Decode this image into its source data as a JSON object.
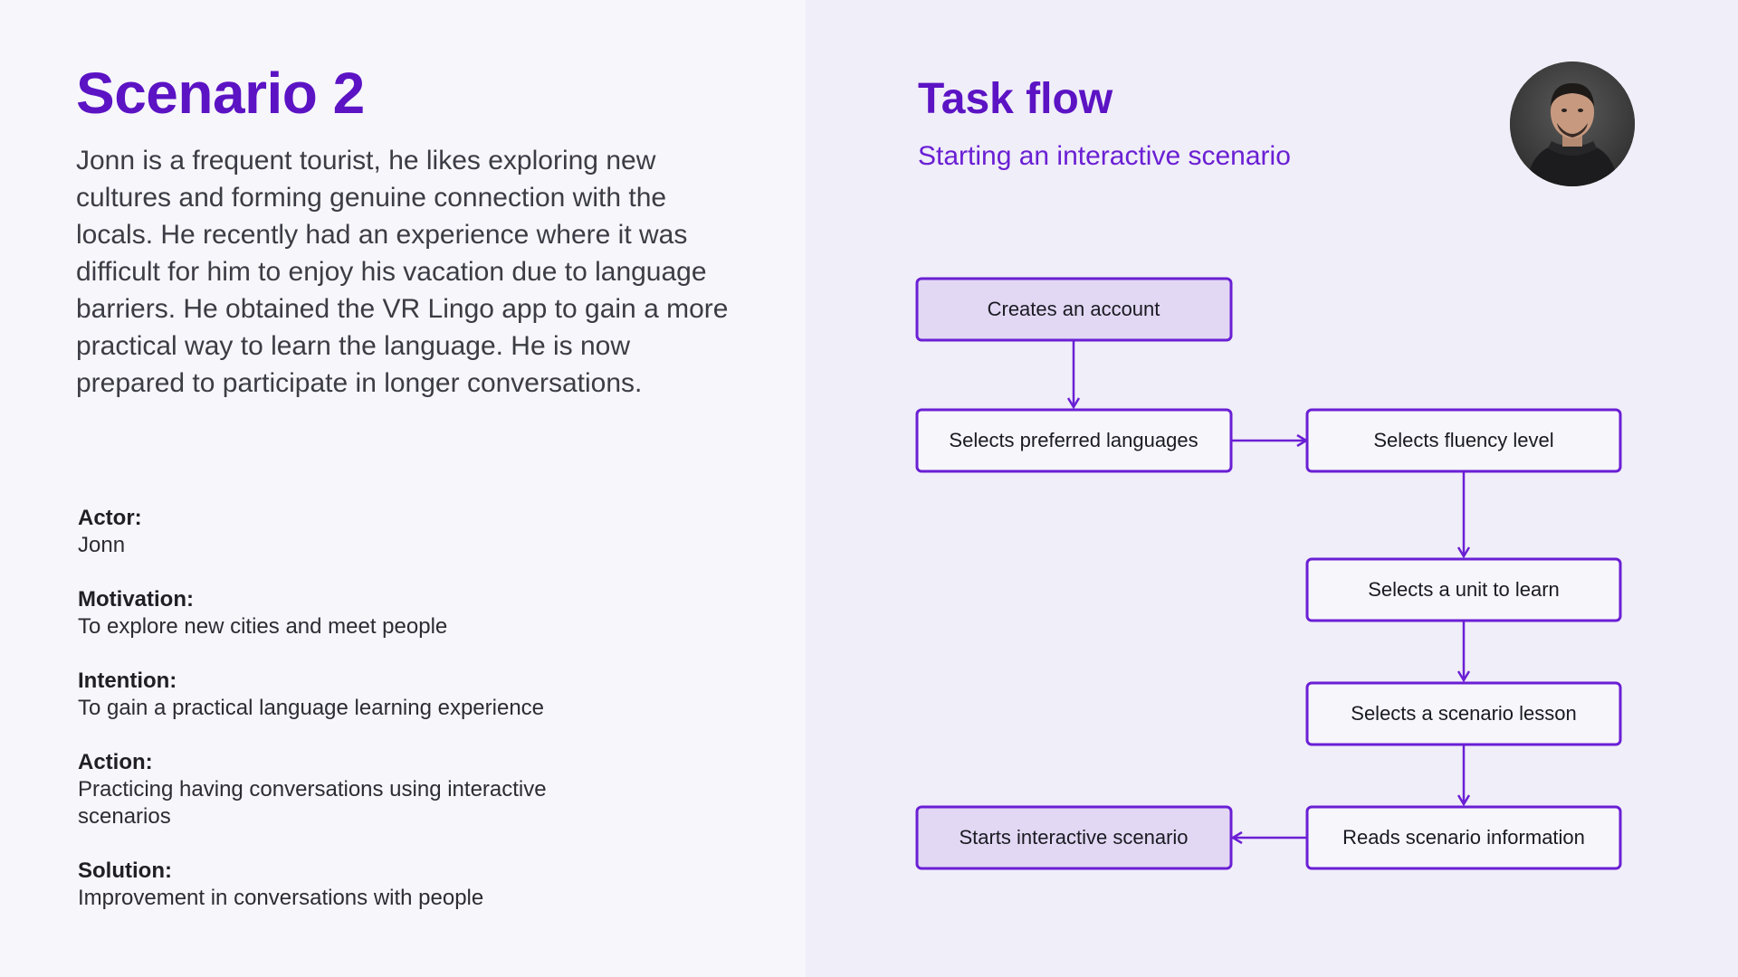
{
  "left": {
    "title": "Scenario 2",
    "intro": "Jonn is a frequent tourist, he likes exploring new cultures and forming genuine connection with the locals. He recently had an experience where it was difficult for him to enjoy his vacation due to language barriers. He obtained the VR Lingo app to gain a more practical way to learn the language. He is now prepared to participate in longer conversations.",
    "details": [
      {
        "label": "Actor:",
        "value": "Jonn"
      },
      {
        "label": "Motivation:",
        "value": "To explore new cities and meet people"
      },
      {
        "label": "Intention:",
        "value": "To gain a practical language learning experience"
      },
      {
        "label": "Action:",
        "value": "Practicing having conversations using interactive scenarios"
      },
      {
        "label": "Solution:",
        "value": "Improvement in conversations with people"
      }
    ]
  },
  "right": {
    "title": "Task flow",
    "subtitle": "Starting an interactive scenario",
    "avatar_icon": "person-portrait-icon",
    "nodes": [
      {
        "id": "create",
        "label": "Creates an account",
        "highlight": true
      },
      {
        "id": "languages",
        "label": "Selects preferred languages",
        "highlight": false
      },
      {
        "id": "fluency",
        "label": "Selects fluency level",
        "highlight": false
      },
      {
        "id": "unit",
        "label": "Selects a unit to learn",
        "highlight": false
      },
      {
        "id": "lesson",
        "label": "Selects a scenario lesson",
        "highlight": false
      },
      {
        "id": "info",
        "label": "Reads scenario information",
        "highlight": false
      },
      {
        "id": "start",
        "label": "Starts interactive scenario",
        "highlight": true
      }
    ],
    "edges": [
      {
        "from": "create",
        "to": "languages"
      },
      {
        "from": "languages",
        "to": "fluency"
      },
      {
        "from": "fluency",
        "to": "unit"
      },
      {
        "from": "unit",
        "to": "lesson"
      },
      {
        "from": "lesson",
        "to": "info"
      },
      {
        "from": "info",
        "to": "start"
      }
    ]
  },
  "colors": {
    "accent": "#5b13c4",
    "node_border": "#6a1fd4",
    "node_fill_highlight": "#e2d8f3",
    "node_fill": "#f7f6fb",
    "text": "#3c3c44"
  }
}
